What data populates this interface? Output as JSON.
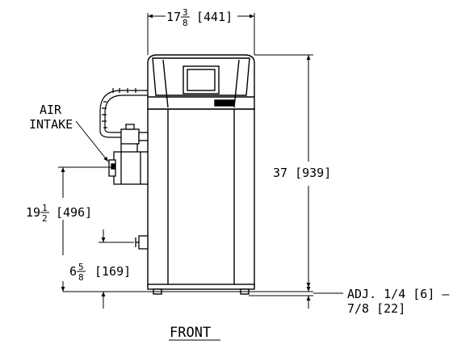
{
  "drawing": {
    "view_title": "FRONT",
    "width_dim": {
      "whole": "17",
      "frac_num": "3",
      "frac_den": "8",
      "metric": "[441]"
    },
    "height_dim": {
      "text": "37 [939]"
    },
    "intake_height_dim": {
      "whole": "19",
      "frac_num": "1",
      "frac_den": "2",
      "metric": "[496]"
    },
    "drain_height_dim": {
      "whole": "6",
      "frac_num": "5",
      "frac_den": "8",
      "metric": "[169]"
    },
    "air_intake_label": {
      "line1": "AIR",
      "line2": "INTAKE"
    },
    "leg_adjust_label": {
      "line1": "ADJ. 1/4 [6] –",
      "line2": "7/8 [22]"
    }
  }
}
